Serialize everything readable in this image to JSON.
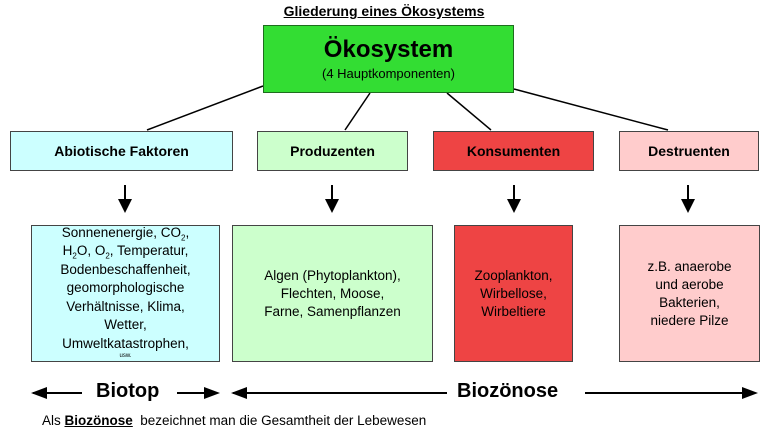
{
  "header": {
    "title": "Gliederung eines Ökosystems"
  },
  "root": {
    "title": "Ökosystem",
    "subtitle": "(4 Hauptkomponenten)"
  },
  "categories": [
    {
      "label": "Abiotische Faktoren",
      "color": "#ccffff"
    },
    {
      "label": "Produzenten",
      "color": "#ccffcc"
    },
    {
      "label": "Konsumenten",
      "color": "#ee4444"
    },
    {
      "label": "Destruenten",
      "color": "#ffcccc"
    }
  ],
  "details": {
    "abiotic": {
      "line1": "Sonnenenergie, CO",
      "line1_sub": "2",
      "line1_end": ",",
      "line2_a": "H",
      "line2_sub1": "2",
      "line2_b": "O, O",
      "line2_sub2": "2",
      "line2_c": ", Temperatur,",
      "line3": "Bodenbeschaffenheit,",
      "line4": "geomorphologische",
      "line5": "Verhältnisse, Klima,",
      "line6": "Wetter,",
      "line7": "Umweltkatastrophen,",
      "line8": "usw."
    },
    "producers": {
      "lines": [
        "Algen (Phytoplankton),",
        "Flechten, Moose,",
        "Farne, Samenpflanzen"
      ]
    },
    "consumers": {
      "lines": [
        "Zooplankton,",
        "Wirbellose,",
        "Wirbeltiere"
      ]
    },
    "decomposers": {
      "lines": [
        "z.B. anaerobe",
        "und aerobe",
        "Bakterien,",
        "niedere Pilze"
      ]
    }
  },
  "ranges": {
    "biotop": "Biotop",
    "biozoenose": "Biozönose"
  },
  "footer": {
    "prefix": "Als ",
    "term": "Biozönose",
    "suffix": "  bezeichnet man die Gesamtheit der Lebewesen"
  }
}
